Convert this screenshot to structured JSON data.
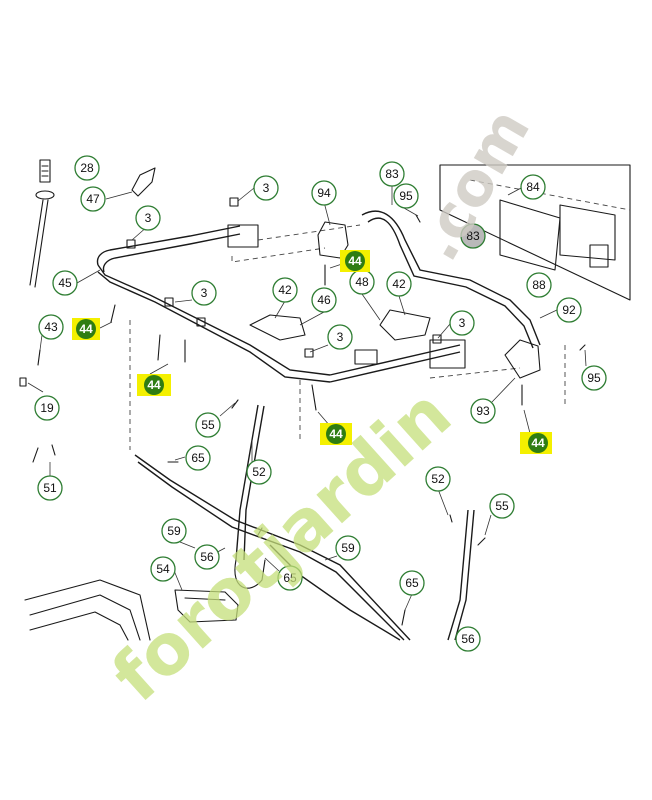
{
  "callouts": {
    "c28": "28",
    "c47": "47",
    "c3a": "3",
    "c3b": "3",
    "c94": "94",
    "c83": "83",
    "c95a": "95",
    "c84": "84",
    "c83g": "83",
    "c45": "45",
    "c48": "48",
    "c42a": "42",
    "c42b": "42",
    "c46": "46",
    "c3c": "3",
    "c3d": "3",
    "c3e": "3",
    "c88": "88",
    "c92": "92",
    "c43": "43",
    "c95b": "95",
    "c19": "19",
    "c93": "93",
    "c55a": "55",
    "c65a": "65",
    "c52a": "52",
    "c51": "51",
    "c52b": "52",
    "c55b": "55",
    "c59a": "59",
    "c59b": "59",
    "c56a": "56",
    "c54": "54",
    "c65b": "65",
    "c65c": "65",
    "c56b": "56"
  },
  "highlights": {
    "h1": "44",
    "h2": "44",
    "h3": "44",
    "h4": "44",
    "h5": "44"
  },
  "watermark": {
    "green": "forotjardin",
    "grey": ".com"
  },
  "colors": {
    "callout_ring": "#2e7d32",
    "highlight_bg": "#f4f000",
    "highlight_badge": "#2f7d12",
    "watermark_green": "#c5df7a"
  }
}
